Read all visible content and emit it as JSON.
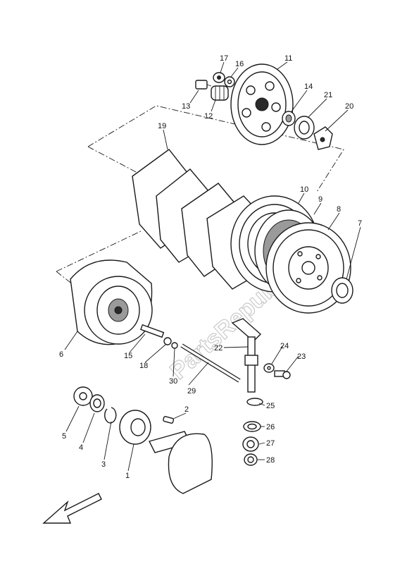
{
  "watermark": "PartsRepublik",
  "callouts": {
    "c1": "1",
    "c2": "2",
    "c3": "3",
    "c4": "4",
    "c5": "5",
    "c6": "6",
    "c7": "7",
    "c8": "8",
    "c9": "9",
    "c10": "10",
    "c11": "11",
    "c12": "12",
    "c13": "13",
    "c14": "14",
    "c15": "15",
    "c16": "16",
    "c17": "17",
    "c18": "18",
    "c19": "19",
    "c20": "20",
    "c21": "21",
    "c22": "22",
    "c23": "23",
    "c24": "24",
    "c25": "25",
    "c26": "26",
    "c27": "27",
    "c28": "28",
    "c29": "29",
    "c30": "30"
  },
  "colors": {
    "ink": "#1a1a1a",
    "watermark": "#c9c9c9"
  },
  "icons": {
    "direction": "front-arrow-icon"
  }
}
